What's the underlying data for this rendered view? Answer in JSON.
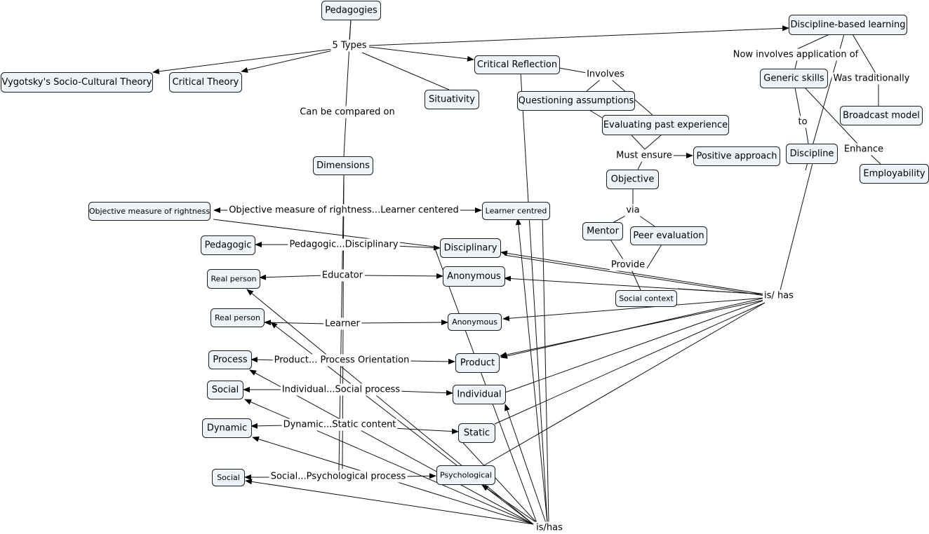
{
  "diagram": {
    "type": "concept-map",
    "concepts": [
      {
        "id": "pedagogies",
        "label": "Pedagogies"
      },
      {
        "id": "vygotsky",
        "label": "Vygotsky's Socio-Cultural Theory"
      },
      {
        "id": "critical_theory",
        "label": "Critical Theory"
      },
      {
        "id": "situativity",
        "label": "Situativity"
      },
      {
        "id": "critical_reflection",
        "label": "Critical Reflection"
      },
      {
        "id": "questioning",
        "label": "Questioning assumptions"
      },
      {
        "id": "evaluating",
        "label": "Evaluating past experience"
      },
      {
        "id": "positive",
        "label": "Positive approach"
      },
      {
        "id": "objective",
        "label": "Objective"
      },
      {
        "id": "mentor",
        "label": "Mentor"
      },
      {
        "id": "peer",
        "label": "Peer evaluation"
      },
      {
        "id": "social_context",
        "label": "Social context"
      },
      {
        "id": "dbl",
        "label": "Discipline-based learning"
      },
      {
        "id": "generic_skills",
        "label": "Generic skills"
      },
      {
        "id": "broadcast",
        "label": "Broadcast model"
      },
      {
        "id": "discipline",
        "label": "Discipline"
      },
      {
        "id": "employability",
        "label": "Employability"
      },
      {
        "id": "dimensions",
        "label": "Dimensions"
      },
      {
        "id": "omr",
        "label": "Objective measure of rightness"
      },
      {
        "id": "learner_centred",
        "label": "Learner centred"
      },
      {
        "id": "pedagogic",
        "label": "Pedagogic"
      },
      {
        "id": "disciplinary",
        "label": "Disciplinary"
      },
      {
        "id": "real_person_1",
        "label": "Real person"
      },
      {
        "id": "anonymous_1",
        "label": "Anonymous"
      },
      {
        "id": "real_person_2",
        "label": "Real person"
      },
      {
        "id": "anonymous_2",
        "label": "Anonymous"
      },
      {
        "id": "process",
        "label": "Process"
      },
      {
        "id": "product",
        "label": "Product"
      },
      {
        "id": "social_1",
        "label": "Social"
      },
      {
        "id": "individual",
        "label": "Individual"
      },
      {
        "id": "dynamic",
        "label": "Dynamic"
      },
      {
        "id": "static",
        "label": "Static"
      },
      {
        "id": "social_2",
        "label": "Social"
      },
      {
        "id": "psychological",
        "label": "Psychological"
      }
    ],
    "link_phrases": [
      {
        "id": "five_types",
        "label": "5 Types"
      },
      {
        "id": "compared_on",
        "label": "Can be compared on"
      },
      {
        "id": "involves",
        "label": "Involves"
      },
      {
        "id": "must_ensure",
        "label": "Must ensure"
      },
      {
        "id": "via",
        "label": "via"
      },
      {
        "id": "provide",
        "label": "Provide"
      },
      {
        "id": "now_involves",
        "label": "Now involves application of"
      },
      {
        "id": "was_traditionally",
        "label": "Was traditionally"
      },
      {
        "id": "to",
        "label": "to"
      },
      {
        "id": "enhance",
        "label": "Enhance"
      },
      {
        "id": "omr_lc",
        "label": "Objective measure of rightness...Learner centered"
      },
      {
        "id": "ped_disc",
        "label": "Pedagogic...Disciplinary"
      },
      {
        "id": "educator",
        "label": "Educator"
      },
      {
        "id": "learner",
        "label": "Learner"
      },
      {
        "id": "prod_proc",
        "label": "Product... Process Orientation"
      },
      {
        "id": "ind_soc",
        "label": "Individual...Social process"
      },
      {
        "id": "dyn_stat",
        "label": "Dynamic...Static content"
      },
      {
        "id": "soc_psych",
        "label": "Social...Psychological process"
      },
      {
        "id": "is_has_right",
        "label": "is/ has"
      },
      {
        "id": "is_has_bottom",
        "label": "is/has"
      }
    ]
  }
}
